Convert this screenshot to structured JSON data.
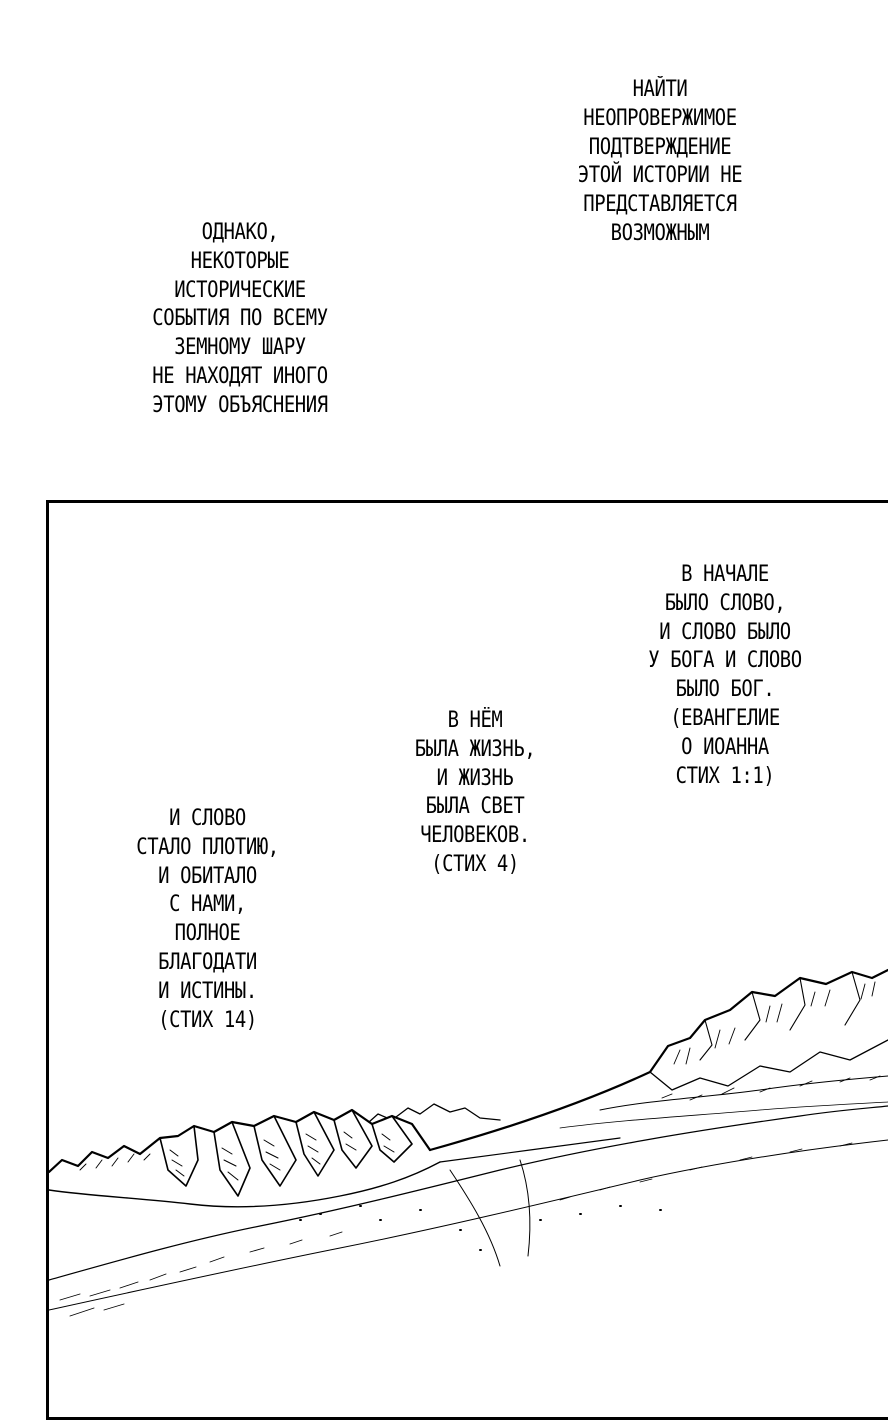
{
  "captions": {
    "top_right": [
      "НАЙТИ",
      "НЕОПРОВЕРЖИМОЕ",
      "ПОДТВЕРЖДЕНИЕ",
      "ЭТОЙ ИСТОРИИ НЕ",
      "ПРЕДСТАВЛЯЕТСЯ",
      "ВОЗМОЖНЫМ"
    ],
    "top_left": [
      "ОДНАКО,",
      "НЕКОТОРЫЕ",
      "ИСТОРИЧЕСКИЕ",
      "СОБЫТИЯ ПО ВСЕМУ",
      "ЗЕМНОМУ ШАРУ",
      "НЕ НАХОДЯТ ИНОГО",
      "ЭТОМУ ОБЪЯСНЕНИЯ"
    ],
    "panel_right": [
      "В НАЧАЛЕ",
      "БЫЛО СЛОВО,",
      "И СЛОВО БЫЛО",
      "У БОГА И СЛОВО",
      "БЫЛО БОГ.",
      "(ЕВАНГЕЛИЕ",
      "О ИОАННА",
      "СТИХ 1:1)"
    ],
    "panel_mid": [
      "В НЁМ",
      "БЫЛА ЖИЗНЬ,",
      "И ЖИЗНЬ",
      "БЫЛА СВЕТ",
      "ЧЕЛОВЕКОВ.",
      "(СТИХ 4)"
    ],
    "panel_left": [
      "И СЛОВО",
      "СТАЛО ПЛОТИЮ,",
      "И ОБИТАЛО",
      "С НАМИ,",
      "ПОЛНОЕ",
      "БЛАГОДАТИ",
      "И ИСТИНЫ.",
      "(СТИХ 14)"
    ]
  },
  "colors": {
    "paper": "#ffffff",
    "ink": "#000000"
  }
}
